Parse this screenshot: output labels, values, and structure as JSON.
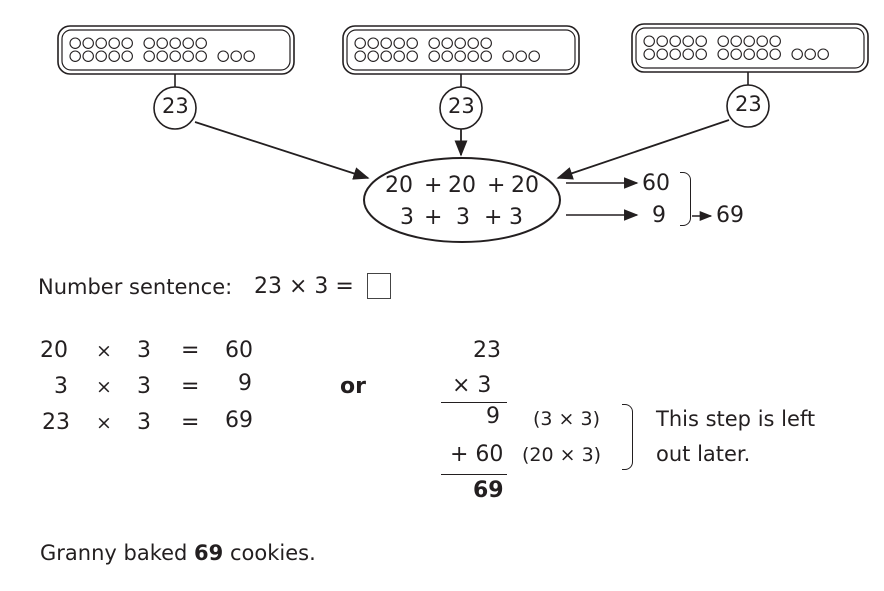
{
  "groups": [
    {
      "count": "23"
    },
    {
      "count": "23"
    },
    {
      "count": "23"
    }
  ],
  "addition": {
    "tens_row": [
      "20",
      "+",
      "20",
      "+",
      "20"
    ],
    "ones_row": [
      "3",
      "+",
      "3",
      "+",
      "3"
    ],
    "tens_sum": "60",
    "ones_sum": "9",
    "total": "69"
  },
  "number_sentence": {
    "label": "Number sentence:",
    "expression": "23 × 3 ="
  },
  "method_a": {
    "rows": [
      {
        "a": "20",
        "op": "×",
        "b": "3",
        "eq": "=",
        "result": "60"
      },
      {
        "a": "3",
        "op": "×",
        "b": "3",
        "eq": "=",
        "result": "9"
      },
      {
        "a": "23",
        "op": "×",
        "b": "3",
        "eq": "=",
        "result": "69"
      }
    ]
  },
  "or_label": "or",
  "method_b": {
    "multiplicand": "23",
    "multiplier": "× 3",
    "partial_1": "9",
    "partial_1_note": "(3 × 3)",
    "partial_2": "+ 60",
    "partial_2_note": "(20 × 3)",
    "answer": "69",
    "note_line1": "This step is left",
    "note_line2": "out later."
  },
  "conclusion": {
    "before": "Granny baked",
    "number": "69",
    "after": "cookies."
  }
}
